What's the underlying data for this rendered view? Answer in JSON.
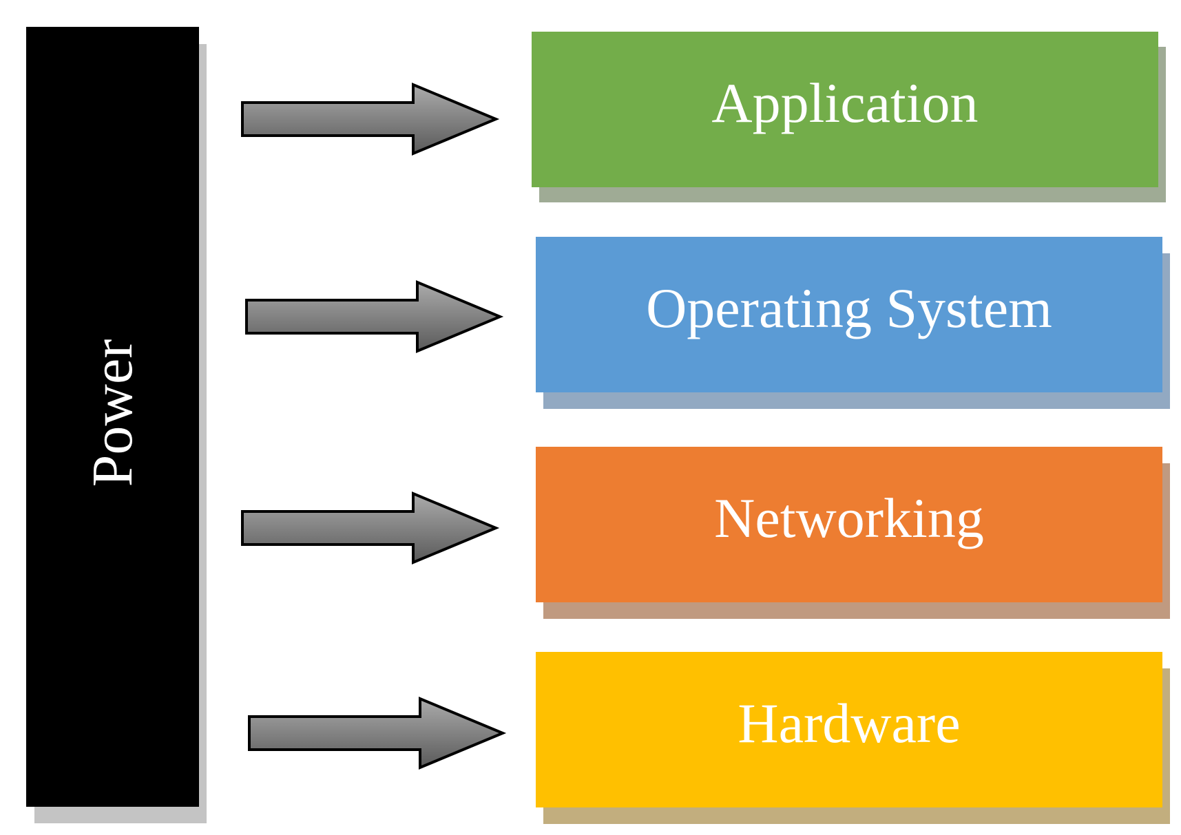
{
  "power": {
    "label": "Power",
    "color": "#000000",
    "shadow_color": "#c4c4c4"
  },
  "layers": [
    {
      "label": "Application",
      "color": "#73ad4a",
      "shadow_color": "#9fab95"
    },
    {
      "label": "Operating System",
      "color": "#5b9bd5",
      "shadow_color": "#92a9c2"
    },
    {
      "label": "Networking",
      "color": "#ed7d31",
      "shadow_color": "#c09a80"
    },
    {
      "label": "Hardware",
      "color": "#ffc000",
      "shadow_color": "#c2ae7e"
    }
  ],
  "arrow": {
    "fill_light": "#ababab",
    "fill_dark": "#5a5a5a",
    "stroke": "#000000"
  }
}
